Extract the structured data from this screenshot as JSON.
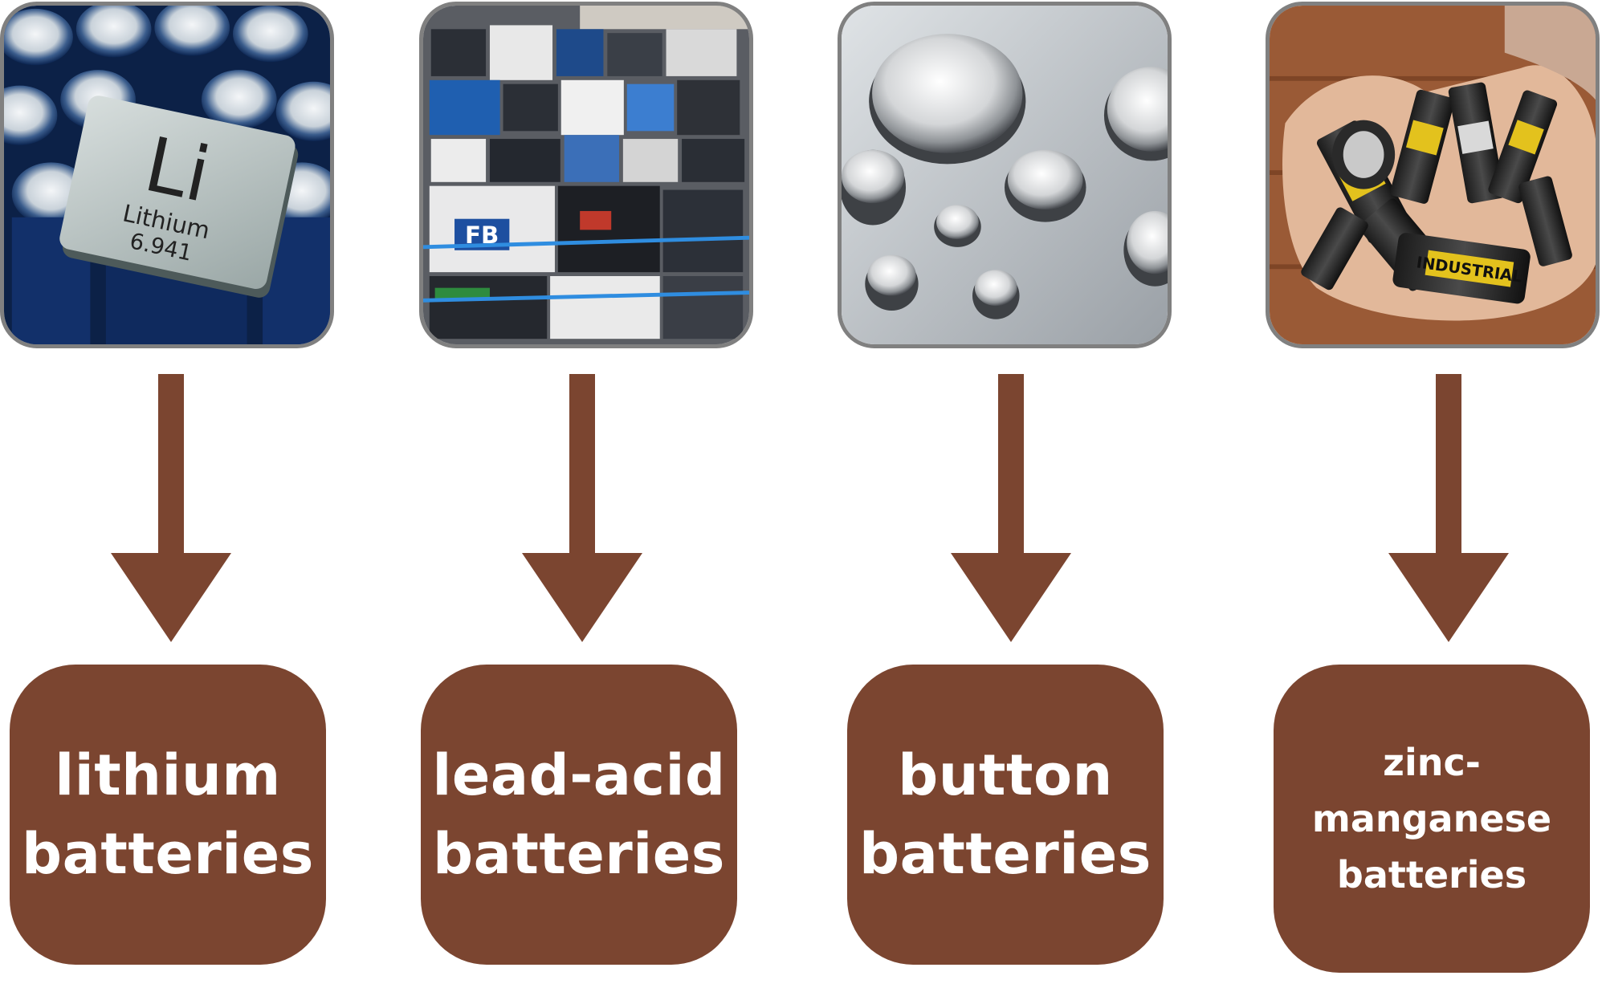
{
  "colors": {
    "arrow": "#7b4530",
    "box": "#7b4530",
    "box_text": "#ffffff",
    "photo_border": "#808080"
  },
  "categories": [
    {
      "id": "lithium",
      "label_lines": [
        "lithium",
        "batteries"
      ],
      "photo": {
        "element_symbol": "Li",
        "element_name": "Lithium",
        "atomic_mass": "6.941"
      }
    },
    {
      "id": "lead-acid",
      "label_lines": [
        "lead-acid",
        "batteries"
      ],
      "photo": {
        "brand_mark": "FB"
      }
    },
    {
      "id": "button",
      "label_lines": [
        "button",
        "batteries"
      ]
    },
    {
      "id": "zinc-manganese",
      "label_lines": [
        "zinc-",
        "manganese",
        "batteries"
      ],
      "photo": {
        "cell_label": "INDUSTRIAL"
      }
    }
  ]
}
